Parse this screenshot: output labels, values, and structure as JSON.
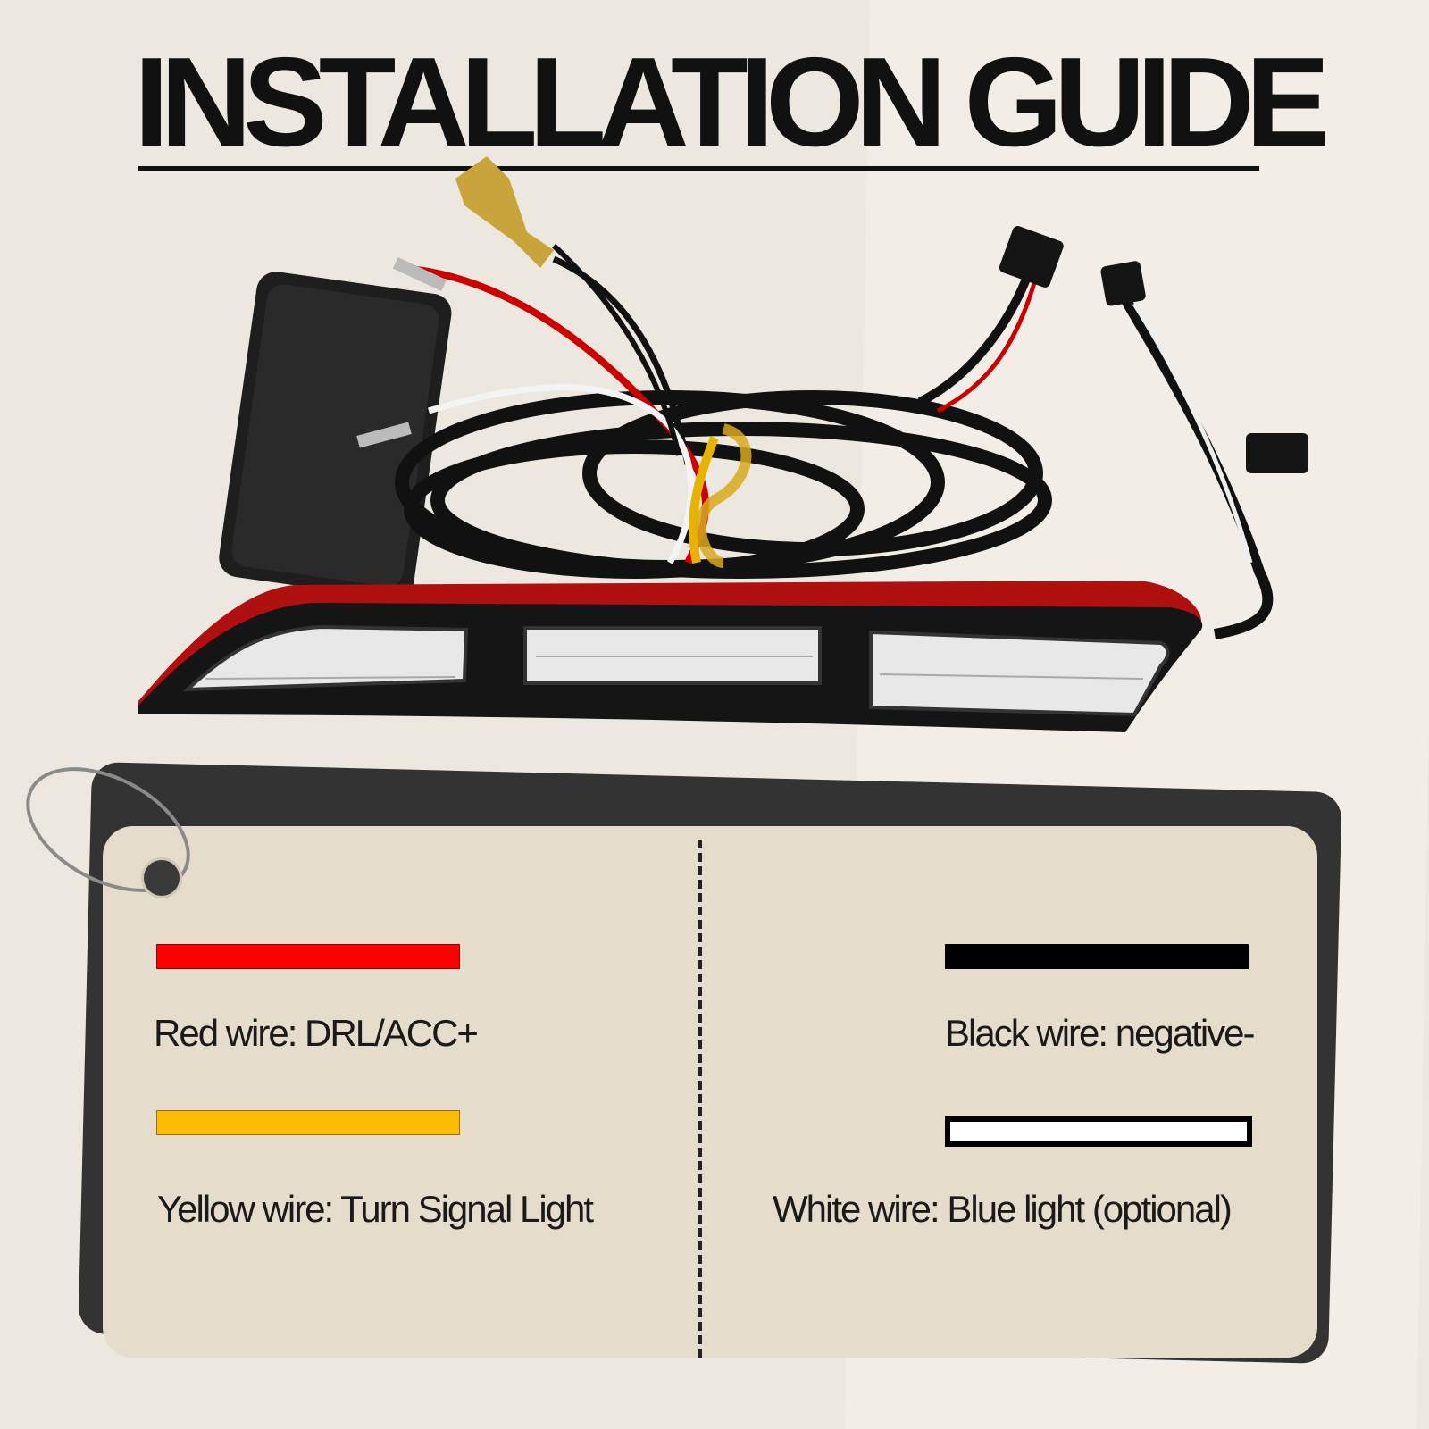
{
  "title": "INSTALLATION GUIDE",
  "wires": {
    "red": {
      "label": "Red wire: DRL/ACC+",
      "color": "#ff0000"
    },
    "yellow": {
      "label": "Yellow wire: Turn Signal Light",
      "color": "#fbbc05"
    },
    "black": {
      "label": "Black wire: negative-",
      "color": "#000000"
    },
    "white": {
      "label": "White wire: Blue light (optional)",
      "color": "#ffffff"
    }
  },
  "product_icon": "led-light-bar-with-wiring-harness"
}
